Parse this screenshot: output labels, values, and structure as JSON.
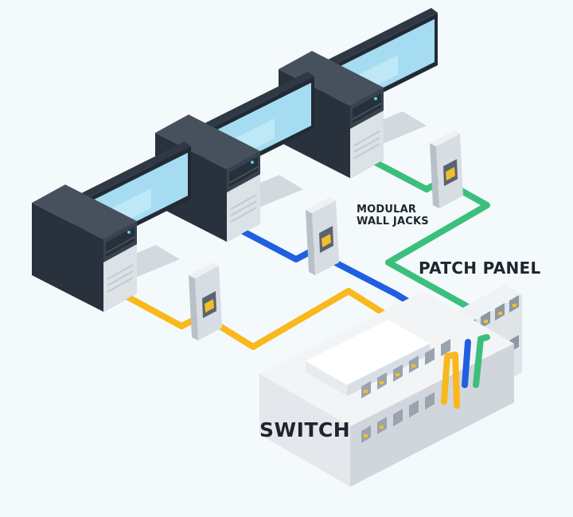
{
  "labels": {
    "wall_jacks_line1": "MODULAR",
    "wall_jacks_line2": "WALL JACKS",
    "patch_panel": "PATCH PANEL",
    "switch": "SWITCH"
  },
  "colors": {
    "background": "#f4f9fc",
    "cable_yellow": "#f9b81b",
    "cable_blue": "#1f5fe0",
    "cable_green": "#3cbf7d",
    "tower_dark": "#303a45",
    "monitor_screen": "#9ed7ee",
    "device_light": "#e3e7eb",
    "label_text": "#1f252d"
  },
  "icons": [
    "computer-tower-icon",
    "monitor-icon",
    "wall-jack-icon",
    "patch-panel-icon",
    "network-switch-icon"
  ]
}
